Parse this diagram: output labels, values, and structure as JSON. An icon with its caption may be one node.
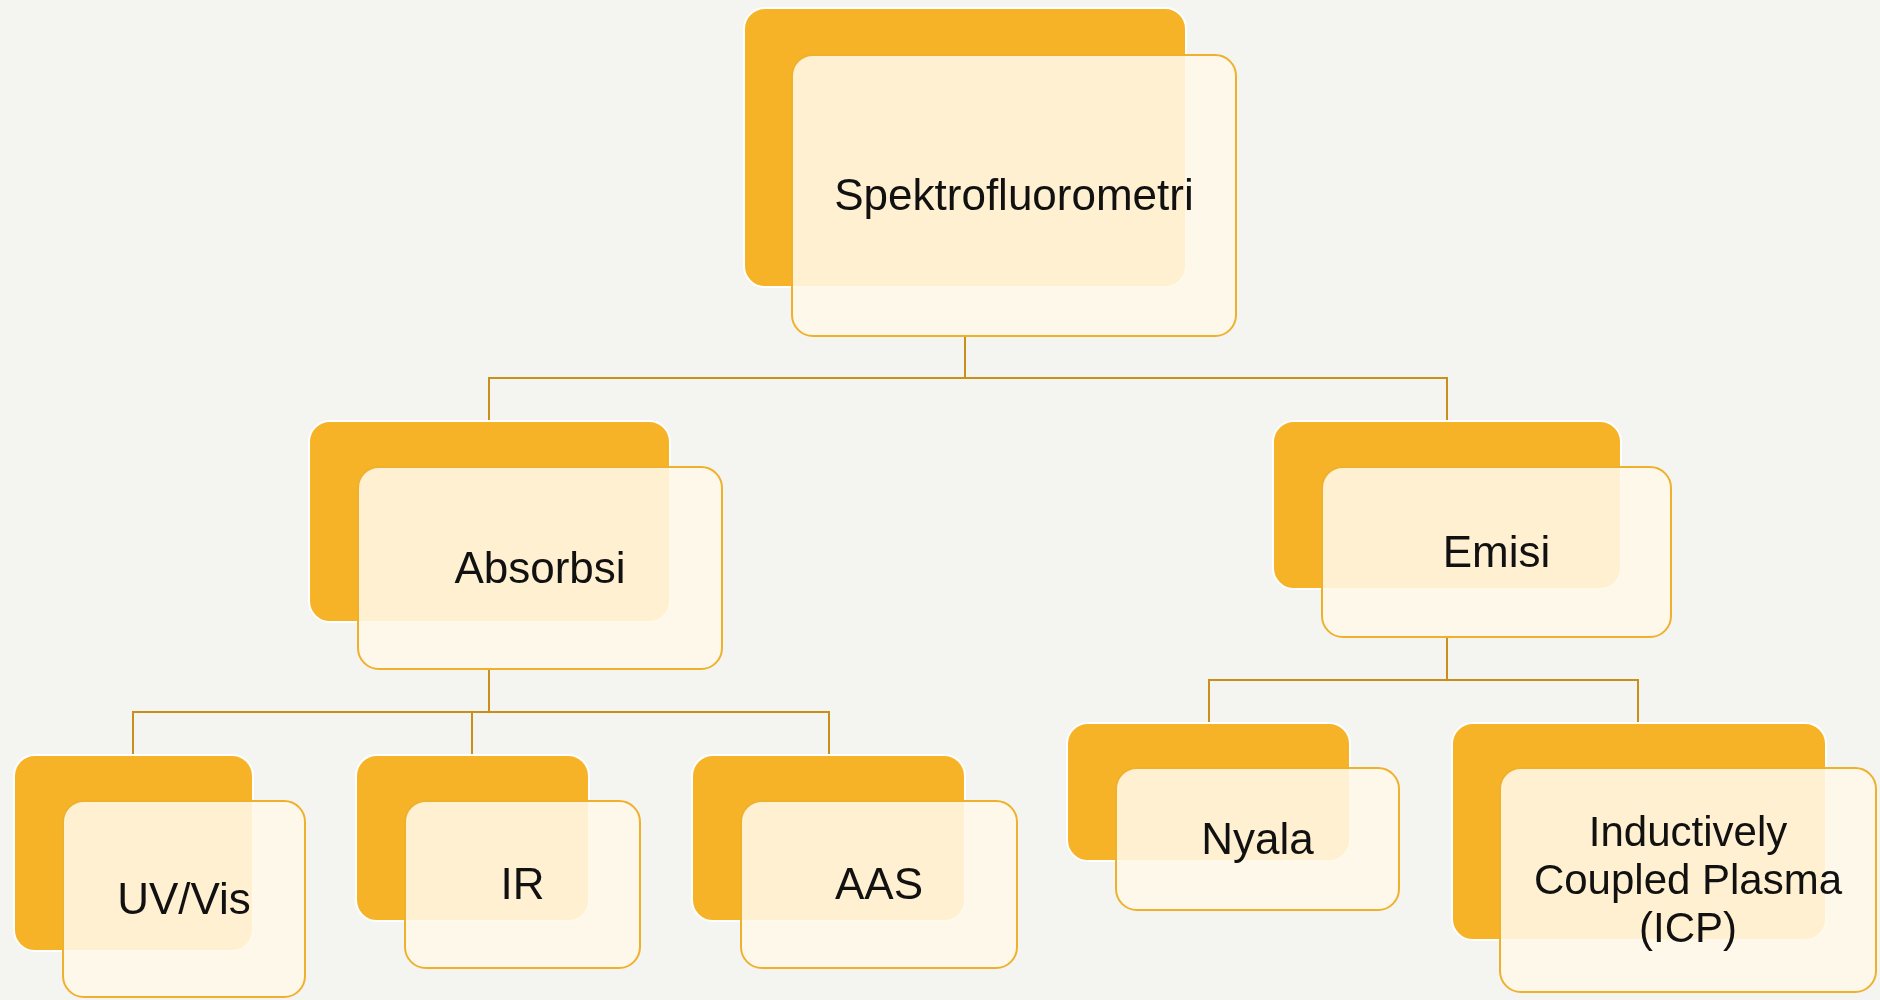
{
  "diagram": {
    "nodes": [
      {
        "text": [
          "Spektrofluorometri"
        ]
      },
      {
        "text": [
          "Absorbsi"
        ]
      },
      {
        "text": [
          "Emisi"
        ]
      },
      {
        "text": [
          "UV/Vis"
        ]
      },
      {
        "text": [
          "IR"
        ]
      },
      {
        "text": [
          "AAS"
        ]
      },
      {
        "text": [
          "Nyala"
        ]
      },
      {
        "text": [
          "Inductively Coupled Plasma (ICP)"
        ]
      }
    ],
    "edges": [
      {
        "from": 0,
        "to": 1,
        "arrow": "none"
      },
      {
        "from": 0,
        "to": 2,
        "arrow": "none"
      },
      {
        "from": 1,
        "to": 3,
        "arrow": "none"
      },
      {
        "from": 1,
        "to": 4,
        "arrow": "none"
      },
      {
        "from": 1,
        "to": 5,
        "arrow": "none"
      },
      {
        "from": 2,
        "to": 6,
        "arrow": "none"
      },
      {
        "from": 2,
        "to": 7,
        "arrow": "none"
      }
    ]
  }
}
